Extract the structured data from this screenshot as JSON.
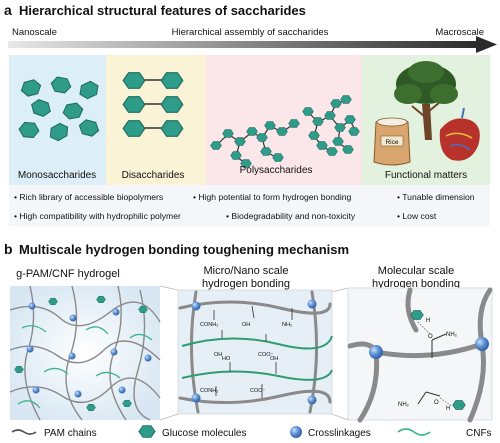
{
  "panel_a": {
    "label": "a",
    "title": "Hierarchical structural features of  saccharides",
    "arrow": {
      "left": "Nanoscale",
      "middle": "Hierarchical assembly of saccharides",
      "right": "Macroscale"
    },
    "boxes": [
      {
        "label": "Monosaccharides",
        "color": "#dceef8"
      },
      {
        "label": "Disaccharides",
        "color": "#fbf3d6"
      },
      {
        "label": "Polysaccharides",
        "color": "#fbe6ea"
      },
      {
        "label": "Functional matters",
        "color": "#e3f2df"
      }
    ],
    "rice_label": "Rice",
    "features": [
      "Rich library of accessible biopolymers",
      "High potential to form hydrogen bonding",
      "Tunable dimension",
      "High compatibility with hydrophilic polymer",
      "Biodegradability and non-toxicity",
      "Low cost"
    ]
  },
  "panel_b": {
    "label": "b",
    "title": "Multiscale hydrogen bonding toughening mechanism",
    "subpanels": [
      {
        "title_lines": [
          "g-PAM/CNF hydrogel"
        ]
      },
      {
        "title_lines": [
          "Micro/Nano scale",
          "hydrogen bonding"
        ]
      },
      {
        "title_lines": [
          "Molecular scale",
          "hydrogen bonding"
        ]
      }
    ],
    "chem_labels": {
      "conh2": "CONH₂",
      "nh2": "NH₂",
      "coo": "COO⁻",
      "oh": "OH",
      "ho": "HO",
      "o": "O",
      "h": "H"
    }
  },
  "legend": [
    {
      "label": "PAM chains",
      "icon": "pam-chain-icon"
    },
    {
      "label": "Glucose molecules",
      "icon": "glucose-icon"
    },
    {
      "label": "Crosslinkages",
      "icon": "crosslink-icon"
    },
    {
      "label": "CNFs",
      "icon": "cnf-icon"
    }
  ],
  "colors": {
    "teal": "#2f9c8a",
    "teal_dark": "#1f6f62",
    "pam": "#8a8a8a",
    "cnf": "#3bb48e",
    "node": "#4a7ec6",
    "arrow_dark": "#333333"
  }
}
